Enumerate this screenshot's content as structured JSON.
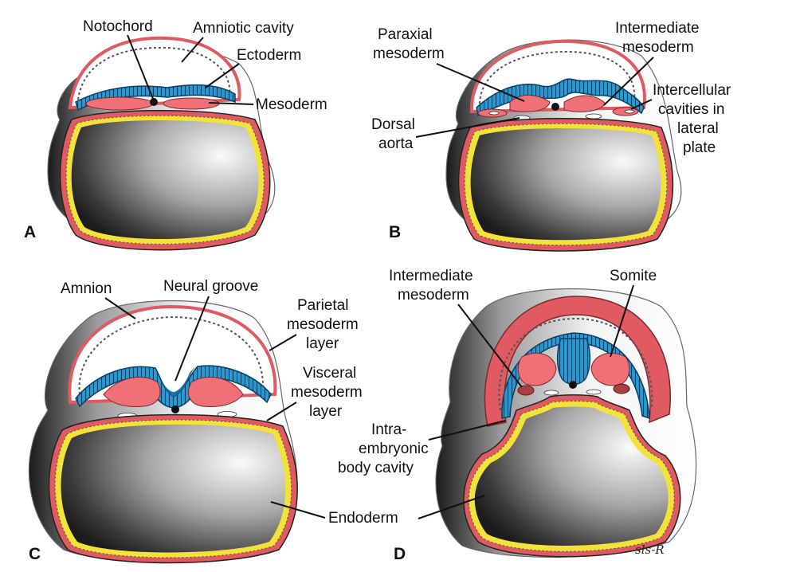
{
  "panels": {
    "A": {
      "letter": "A",
      "labels": {
        "notochord": "Notochord",
        "amniotic_cavity": "Amniotic cavity",
        "ectoderm": "Ectoderm",
        "mesoderm": "Mesoderm"
      }
    },
    "B": {
      "letter": "B",
      "labels": {
        "paraxial_1": "Paraxial",
        "paraxial_2": "mesoderm",
        "intermediate_1": "Intermediate",
        "intermediate_2": "mesoderm",
        "intercellular_1": "Intercellular",
        "intercellular_2": "cavities in",
        "intercellular_3": "lateral",
        "intercellular_4": "plate",
        "dorsal_1": "Dorsal",
        "dorsal_2": "aorta"
      }
    },
    "C": {
      "letter": "C",
      "labels": {
        "amnion": "Amnion",
        "neural_groove": "Neural groove",
        "parietal_1": "Parietal",
        "parietal_2": "mesoderm",
        "parietal_3": "layer",
        "visceral_1": "Visceral",
        "visceral_2": "mesoderm",
        "visceral_3": "layer"
      }
    },
    "D": {
      "letter": "D",
      "labels": {
        "intermediate_1": "Intermediate",
        "intermediate_2": "mesoderm",
        "somite": "Somite",
        "intra_1": "Intra-",
        "intra_2": "embryonic",
        "intra_3": "body cavity",
        "endoderm": "Endoderm"
      }
    }
  },
  "signature": "sls-R",
  "colors": {
    "ectoderm": "#2a9ad0",
    "mesoderm": "#f07078",
    "endoderm": "#f2e23a",
    "outline": "#222222"
  }
}
